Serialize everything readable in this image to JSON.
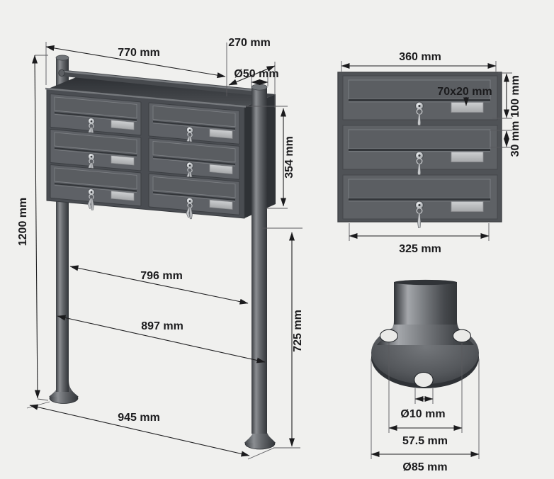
{
  "diagram": {
    "type": "technical-drawing",
    "subject": "free-standing 6-door letterbox on two posts with base plate detail",
    "unit": "mm",
    "colors": {
      "background": "#f0f0ee",
      "body_gray": "#5e6166",
      "body_dark": "#2f3236",
      "nameplate": "#c0c2c4",
      "dimension_ink": "#1b1b1d"
    },
    "isometric_view": {
      "dims": {
        "overall_width": "770 mm",
        "depth": "270 mm",
        "post_diameter": "Ø50 mm",
        "box_height": "354 mm",
        "total_height": "1200 mm",
        "posts_inner_span": "796 mm",
        "posts_outer_span": "897 mm",
        "post_clearance_height": "725 mm",
        "base_span": "945 mm"
      }
    },
    "front_view": {
      "dims": {
        "module_width": "360 mm",
        "nameplate_size": "70x20 mm",
        "door_height": "100 mm",
        "slot_height": "30 mm",
        "door_width": "325 mm"
      }
    },
    "base_view": {
      "dims": {
        "anchor_hole_diameter": "Ø10 mm",
        "hole_spacing": "57.5 mm",
        "base_plate_diameter": "Ø85 mm"
      }
    }
  }
}
